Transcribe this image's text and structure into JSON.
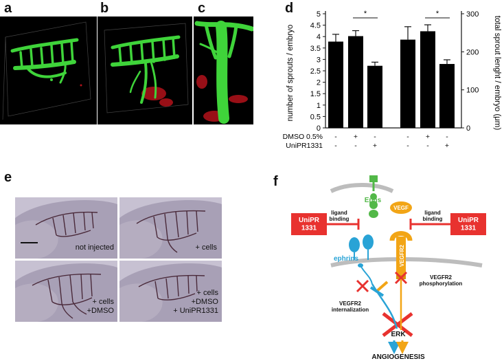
{
  "panels": {
    "a": {
      "label": "a"
    },
    "b": {
      "label": "b"
    },
    "c": {
      "label": "c"
    },
    "d": {
      "label": "d"
    },
    "e": {
      "label": "e"
    },
    "f": {
      "label": "f"
    }
  },
  "colors": {
    "vessel_green": "#3fd43a",
    "red_cells": "#b3121b",
    "bar_black": "#000000",
    "unipr_red": "#e8322f",
    "ephs_green": "#52b848",
    "ephrins_blue": "#29a3d6",
    "vegf_orange": "#f2a516",
    "embryo_bg": "#b9b3c6"
  },
  "chart_data": {
    "type": "bar",
    "left_axis": {
      "label": "number of sprouts / embryo",
      "ylim": [
        0,
        5
      ],
      "ticks": [
        "0",
        "0.5",
        "1",
        "1.5",
        "2",
        "2.5",
        "3",
        "3.5",
        "4",
        "4.5",
        "5"
      ]
    },
    "right_axis": {
      "label": "total sprout lenght / embryo (μm)",
      "ylim": [
        0,
        300
      ],
      "ticks": [
        "0",
        "100",
        "200",
        "300"
      ]
    },
    "groups": [
      {
        "axis": "left",
        "values": [
          3.78,
          4.02,
          2.72
        ],
        "errors": [
          0.32,
          0.24,
          0.16
        ],
        "significance": "*"
      },
      {
        "axis": "right",
        "values": [
          232,
          254,
          168
        ],
        "errors": [
          34,
          17,
          11
        ],
        "significance": "*"
      }
    ],
    "conditions": [
      {
        "name": "DMSO 0.5%",
        "marks": [
          "-",
          "+",
          "-",
          "-",
          "+",
          "-"
        ]
      },
      {
        "name": "UniPR1331",
        "marks": [
          "-",
          "-",
          "+",
          "-",
          "-",
          "+"
        ]
      }
    ]
  },
  "panel_e": {
    "labels": [
      "not injected",
      "+ cells",
      "+ cells\n+DMSO",
      "+ cells\n+DMSO\n+ UniPR1331"
    ]
  },
  "panel_f": {
    "ephs": "Ephs",
    "ephrins": "ephrins",
    "vegf": "VEGF",
    "vegfr2": "VEGFR2",
    "unipr_left": "UniPR\n1331",
    "unipr_right": "UniPR\n1331",
    "ligand_binding_left": "ligand\nbinding",
    "ligand_binding_right": "ligand\nbinding",
    "internalization": "VEGFR2\ninternalization",
    "phosphorylation": "VEGFR2\nphosphorylation",
    "erk": "ERK",
    "angiogenesis": "ANGIOGENESIS"
  }
}
